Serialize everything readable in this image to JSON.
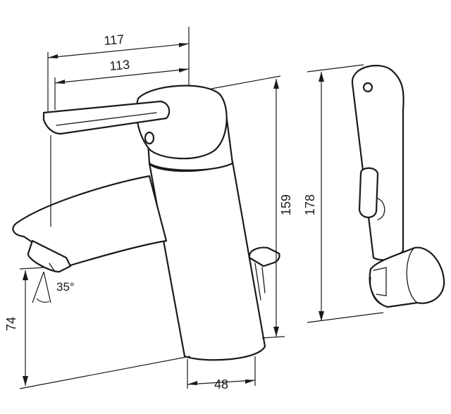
{
  "dimensions": {
    "width_overall": "117",
    "width_spout": "113",
    "height_spout": "159",
    "height_shower": "178",
    "height_outlet": "74",
    "base_diameter": "48",
    "spout_angle": "35°"
  },
  "colors": {
    "line": "#1a1a1a",
    "background": "#ffffff"
  }
}
